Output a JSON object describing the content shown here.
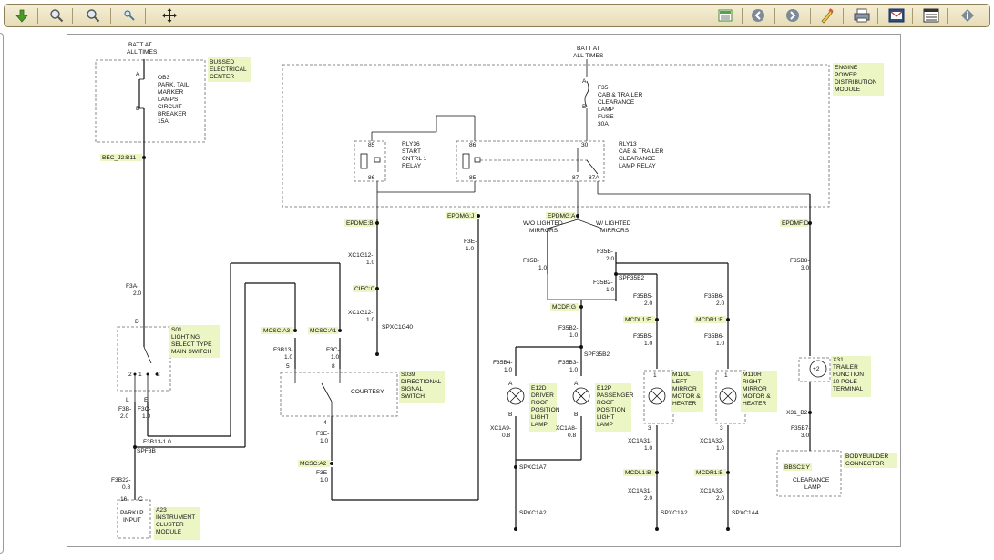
{
  "toolbar": {
    "left_buttons": [
      "back-icon",
      "zoom-in-icon",
      "zoom-out-icon",
      "zoom-fit-icon",
      "pan-icon"
    ],
    "right_buttons": [
      "export-icon",
      "previous-page-icon",
      "next-page-icon",
      "highlight-icon",
      "print-icon",
      "email-icon",
      "document-icon",
      "info-icon"
    ]
  },
  "diagram": {
    "batt_left": [
      "BATT AT",
      "ALL TIMES"
    ],
    "batt_right": [
      "BATT AT",
      "ALL TIMES"
    ],
    "bussed_center": [
      "BUSSED",
      "ELECTRICAL",
      "CENTER"
    ],
    "epdm_label": [
      "ENGINE",
      "POWER",
      "DISTRIBUTION",
      "MODULE"
    ],
    "ob3": [
      "OB3",
      "PARK, TAIL",
      "MARKER",
      "LAMPS",
      "CIRCUIT",
      "BREAKER",
      "15A"
    ],
    "f35": [
      "F35",
      "CAB & TRAILER",
      "CLEARANCE",
      "LAMP",
      "FUSE",
      "30A"
    ],
    "rly36": [
      "RLY36",
      "START",
      "CNTRL 1",
      "RELAY"
    ],
    "rly13": [
      "RLY13",
      "CAB & TRAILER",
      "CLEARANCE",
      "LAMP RELAY"
    ],
    "pins": {
      "a": "A",
      "b": "B",
      "c": "C",
      "d": "D",
      "e": "E",
      "p85": "85",
      "p86": "86",
      "p30": "30",
      "p87": "87",
      "p87a": "87A",
      "p1": "1",
      "p2": "2",
      "p3": "3",
      "p4": "4",
      "p5": "5",
      "p8": "8",
      "p16": "16",
      "l": "L"
    },
    "bec_j2": "BEC_J2:B11",
    "epdme": "EPDME:B",
    "epdmg_j": "EPDMG:J",
    "epdmg_a": "EPDMG:A",
    "epdmf": "EPDMF:D",
    "wo_lighted": [
      "W/O LIGHTED",
      "MIRRORS"
    ],
    "w_lighted": [
      "W/ LIGHTED",
      "MIRRORS"
    ],
    "xc1g12_a": [
      "XC1G12-",
      "1.0"
    ],
    "ciec": "CIEC:C",
    "xc1g12_b": [
      "XC1G12-",
      "1.0"
    ],
    "spxc1g40": "SPXC1G40",
    "f3e_top": [
      "F3E-",
      "1.0"
    ],
    "f3a": [
      "F3A-",
      "2.0"
    ],
    "s01": [
      "S01",
      "LIGHTING",
      "SELECT TYPE",
      "MAIN SWITCH"
    ],
    "f3b": [
      "F3B-",
      "2.0"
    ],
    "f3c": [
      "F3C-",
      "1.0"
    ],
    "mcsc_a3": "MCSC:A3",
    "mcsc_a1": "MCSC:A1",
    "f3b13": [
      "F3B13-",
      "1.0"
    ],
    "f3c_b": [
      "F3C-",
      "1.0"
    ],
    "s039": [
      "S039",
      "DIRECTIONAL",
      "SIGNAL",
      "SWITCH"
    ],
    "courtesy": "COURTESY",
    "f3e_mid": [
      "F3E-",
      "1.0"
    ],
    "mcsc_a2": "MCSC:A2",
    "f3e_low": [
      "F3E-",
      "1.0"
    ],
    "f3b13_b": "F3B13-1.0",
    "spf3b": "SPF3B",
    "f3b22": [
      "F3B22-",
      "0.8"
    ],
    "parklp": [
      "PARKLP",
      "INPUT"
    ],
    "a23": [
      "A23",
      "INSTRUMENT",
      "CLUSTER",
      "MODULE"
    ],
    "f35b_left": [
      "F35B-",
      "1.0"
    ],
    "f35b_right": [
      "F35B-",
      "2.0"
    ],
    "f35b2": [
      "F35B2-",
      "1.0"
    ],
    "spf35b2_top": "SPF35B2",
    "mcdf_g": "MCDF:G",
    "f35b2_b": [
      "F35B2-",
      "1.0"
    ],
    "spf35b2_mid": "SPF35B2",
    "f35b4": [
      "F35B4-",
      "1.0"
    ],
    "f35b3": [
      "F35B3-",
      "1.0"
    ],
    "e12d": [
      "E12D",
      "DRIVER",
      "ROOF",
      "POSITION",
      "LIGHT",
      "LAMP"
    ],
    "e12p": [
      "E12P",
      "PASSENGER",
      "ROOF",
      "POSITION",
      "LIGHT",
      "LAMP"
    ],
    "xc1a9": [
      "XC1A9-",
      "0.8"
    ],
    "xc1a8": [
      "XC1A8-",
      "0.8"
    ],
    "spxc1a7": "SPXC1A7",
    "spxc1a2_a": "SPXC1A2",
    "f35b5": [
      "F35B5-",
      "2.0"
    ],
    "mcdl1_e": "MCDL1:E",
    "f35b5_b": [
      "F35B5-",
      "1.0"
    ],
    "m110l": [
      "M110L",
      "LEFT",
      "MIRROR",
      "MOTOR &",
      "HEATER"
    ],
    "xc1a31": [
      "XC1A31-",
      "1.0"
    ],
    "mcdl1_b": "MCDL1:B",
    "xc1a31_b": [
      "XC1A31-",
      "2.0"
    ],
    "spxc1a2_b": "SPXC1A2",
    "f35b6": [
      "F35B6-",
      "2.0"
    ],
    "mcdr1_e": "MCDR1:E",
    "f35b6_b": [
      "F35B6-",
      "1.0"
    ],
    "m110r": [
      "M110R",
      "RIGHT",
      "MIRROR",
      "MOTOR &",
      "HEATER"
    ],
    "xc1a32": [
      "XC1A32-",
      "1.0"
    ],
    "mcdr1_b": "MCDR1:B",
    "xc1a32_b": [
      "XC1A32-",
      "2.0"
    ],
    "spxc1a4": "SPXC1A4",
    "f35b8": [
      "F35B8-",
      "3.0"
    ],
    "x31": [
      "X31",
      "TRAILER",
      "FUNCTION",
      "10 POLE",
      "TERMINAL"
    ],
    "x31_pin": "+2",
    "x31_b2": "X31_B2",
    "f35b7": [
      "F35B7-",
      "3.0"
    ],
    "bbsc1": "BBSC1:Y",
    "clearance": [
      "CLEARANCE",
      "LAMP"
    ],
    "bodybuilder": [
      "BODYBUILDER",
      "CONNECTOR"
    ]
  }
}
